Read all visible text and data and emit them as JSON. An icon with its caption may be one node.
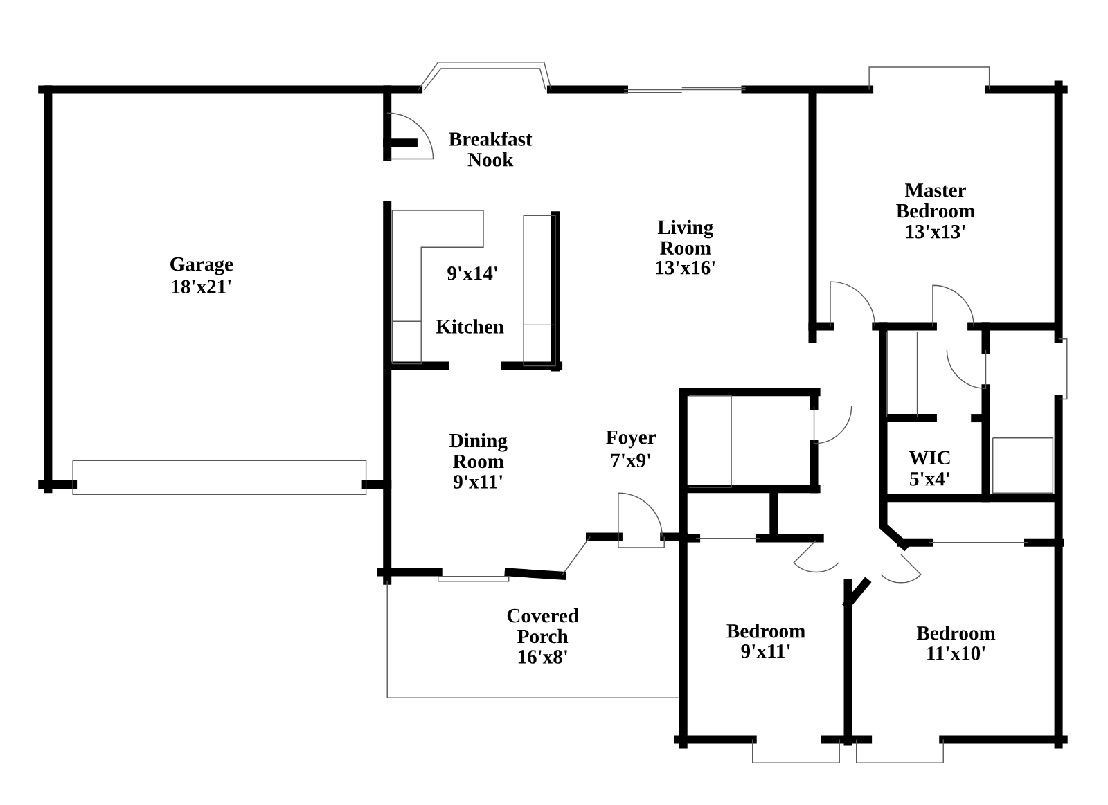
{
  "diagram": {
    "labels": [
      "Breakfast Nook",
      "Master Bedroom",
      "13'x13'",
      "Living Room",
      "13'x16'",
      "Garage",
      "18'x21'",
      "9'x14'",
      "Kitchen",
      "Dining Room",
      "9'x11'",
      "Foyer",
      "7'x9'",
      "WIC",
      "5'x4'",
      "Covered Porch",
      "16'x8'",
      "Bedroom",
      "9'x11'",
      "Bedroom",
      "11'x10'"
    ]
  }
}
